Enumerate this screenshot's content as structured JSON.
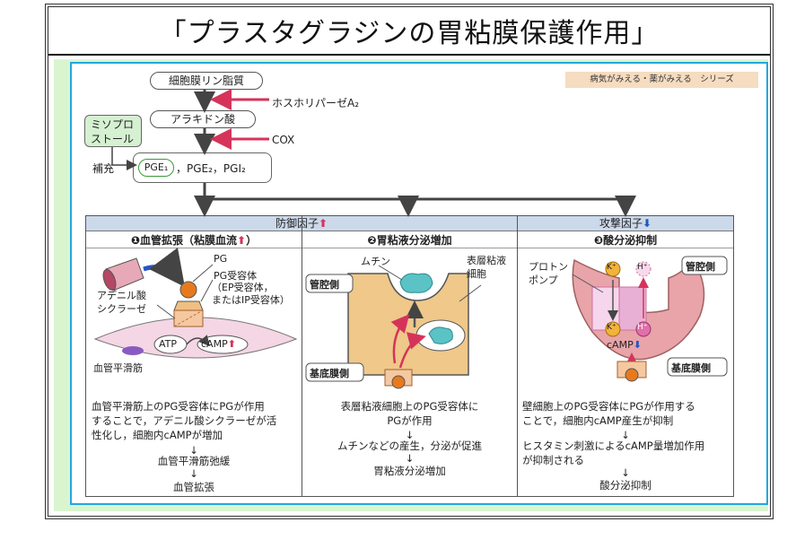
{
  "title": "「プラスタグラジンの胃粘膜保護作用」",
  "series_label": "病気がみえる・薬がみえる　シリーズ",
  "pathway": {
    "membrane": "細胞膜リン脂質",
    "enzyme1": "ホスホリパーゼA₂",
    "arachidonic": "アラキドン酸",
    "enzyme2": "COX",
    "misoprostol": "ミソプロストール",
    "supplement": "補充",
    "pge1": "PGE₁",
    "others": "，PGE₂，PGI₂"
  },
  "defense_header": "防御因子",
  "attack_header": "攻撃因子",
  "col1": {
    "title": "❶血管拡張（粘膜血流",
    "pg": "PG",
    "receptor": "PG受容体",
    "receptor_note": "（EP受容体，\nまたはIP受容体）",
    "adenylate": "アデニル酸\nシクラーゼ",
    "atp": "ATP",
    "camp": "cAMP",
    "smooth": "血管平滑筋",
    "desc": "血管平滑筋上のPG受容体にPGが作用\nすることで，アデニル酸シクラーゼが活\n性化し，細胞内cAMPが増加",
    "step1": "血管平滑筋弛緩",
    "step2": "血管拡張"
  },
  "col2": {
    "title": "❷胃粘液分泌増加",
    "mucin": "ムチン",
    "surface_cell": "表層粘液\n細胞",
    "lumen": "管腔側",
    "basal": "基底膜側",
    "desc": "表層粘液細胞上のPG受容体に\nPGが作用",
    "step1": "ムチンなどの産生，分泌が促進",
    "step2": "胃粘液分泌増加"
  },
  "col3": {
    "title": "❸酸分泌抑制",
    "pump": "プロトン\nポンプ",
    "lumen": "管腔側",
    "basal": "基底膜側",
    "k": "K⁺",
    "h": "H⁺",
    "camp": "cAMP",
    "desc": "壁細胞上のPG受容体にPGが作用する\nことで，細胞内cAMP産生が抑制",
    "step1": "ヒスタミン刺激によるcAMP量増加作用\nが抑制される",
    "step2": "酸分泌抑制"
  },
  "colors": {
    "accent_red": "#d6335a",
    "accent_blue": "#2456c6",
    "panel_border": "#23a7e0",
    "header_bg": "#ccd9ea"
  }
}
